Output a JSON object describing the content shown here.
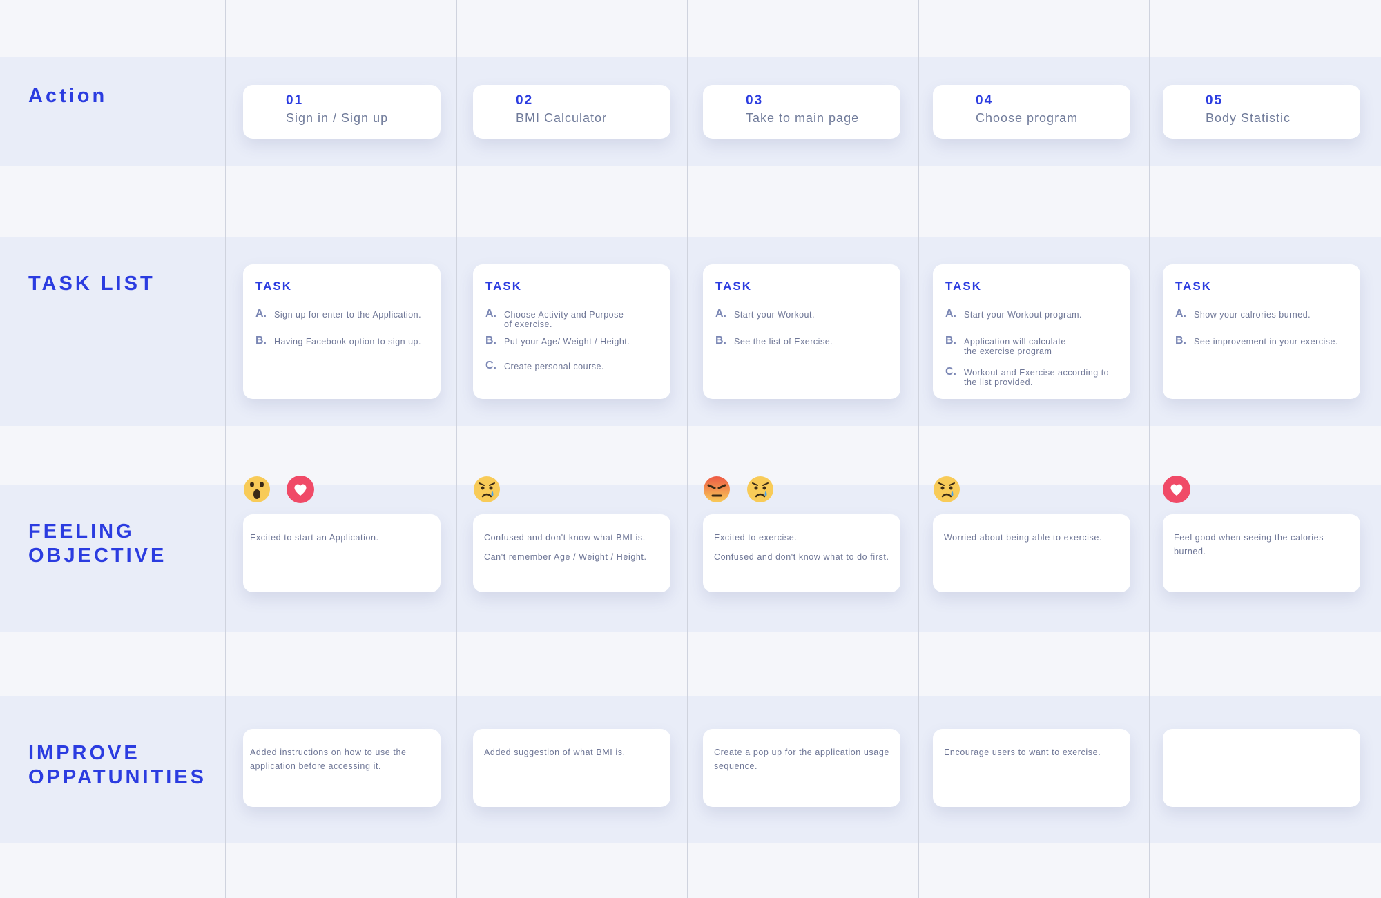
{
  "rows": {
    "action": "Action",
    "task_list": "TASK LIST",
    "feeling": [
      "FEELING",
      "OBJECTIVE"
    ],
    "improve": [
      "IMPROVE",
      "OPPATUNITIES"
    ]
  },
  "columns": [
    {
      "num": "01",
      "title": "Sign in / Sign up",
      "task_heading": "TASK",
      "tasks": [
        {
          "letter": "A.",
          "text": "Sign up for enter to the Application."
        },
        {
          "letter": "B.",
          "text": "Having Facebook option to sign up."
        }
      ],
      "emotions": [
        "surprised-face",
        "heart"
      ],
      "feelings": [
        "Excited to start an Application."
      ],
      "improve": "Added instructions on how to use the application before accessing it."
    },
    {
      "num": "02",
      "title": "BMI Calculator",
      "task_heading": "TASK",
      "tasks": [
        {
          "letter": "A.",
          "text": "Choose  Activity and Purpose\n   of exercise."
        },
        {
          "letter": "B.",
          "text": "Put your Age/ Weight / Height."
        },
        {
          "letter": "C.",
          "text": "Create personal course."
        }
      ],
      "emotions": [
        "sad-face"
      ],
      "feelings": [
        "Confused and don't know what BMI is.",
        "Can't remember Age / Weight / Height."
      ],
      "improve": "Added suggestion of what BMI is."
    },
    {
      "num": "03",
      "title": "Take to main page",
      "task_heading": "TASK",
      "tasks": [
        {
          "letter": "A.",
          "text": "Start your Workout."
        },
        {
          "letter": "B.",
          "text": "See the list of Exercise."
        }
      ],
      "emotions": [
        "angry-face",
        "sad-face"
      ],
      "feelings": [
        "Excited to exercise.",
        "Confused and don't know what to do first."
      ],
      "improve": "Create a pop up for the application usage sequence."
    },
    {
      "num": "04",
      "title": "Choose program",
      "task_heading": "TASK",
      "tasks": [
        {
          "letter": "A.",
          "text": "Start your Workout program."
        },
        {
          "letter": "B.",
          "text": "Application will calculate\nthe exercise program"
        },
        {
          "letter": "C.",
          "text": "Workout and Exercise according to\nthe list provided."
        }
      ],
      "emotions": [
        "sad-face"
      ],
      "feelings": [
        "Worried about being able to exercise."
      ],
      "improve": "Encourage users to  want to exercise."
    },
    {
      "num": "05",
      "title": "Body Statistic",
      "task_heading": "TASK",
      "tasks": [
        {
          "letter": "A.",
          "text": "Show your calrories burned."
        },
        {
          "letter": "B.",
          "text": "See improvement in your exercise."
        }
      ],
      "emotions": [
        "heart"
      ],
      "feelings": [
        "Feel good when seeing the calories\n burned."
      ],
      "improve": ""
    }
  ]
}
